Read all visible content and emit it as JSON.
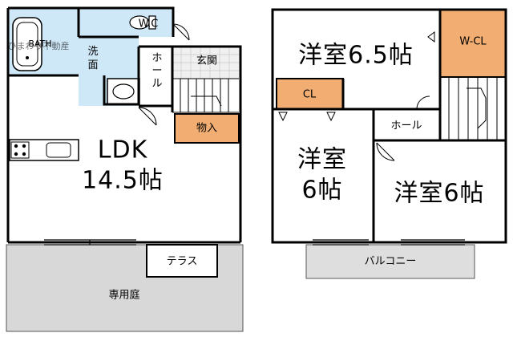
{
  "watermark": "ひまわり不動産",
  "bath_label": "BATH",
  "floor1": {
    "wc": "W.C",
    "washroom": "洗\n面",
    "entrance": "玄関",
    "hall": "ホール",
    "storage": "物入",
    "ldk_line1": "LDK",
    "ldk_line2": "14.5帖",
    "terrace": "テラス",
    "private_garden": "専用庭"
  },
  "floor2": {
    "room_a": "洋室6.5帖",
    "walkin_closet": "W-CL",
    "closet": "CL",
    "hall": "ホール",
    "room_b_line1": "洋室",
    "room_b_line2": "6帖",
    "room_c": "洋室6帖",
    "balcony": "バルコニー"
  },
  "colors": {
    "wall": "#000000",
    "bath_fill": "#cfe8f8",
    "storage_fill": "#f2ae72",
    "entrance_fill": "#f0f0f0",
    "garden_fill": "#d8d8d8",
    "balcony_fill": "#dedede",
    "room_fill": "#ffffff"
  }
}
